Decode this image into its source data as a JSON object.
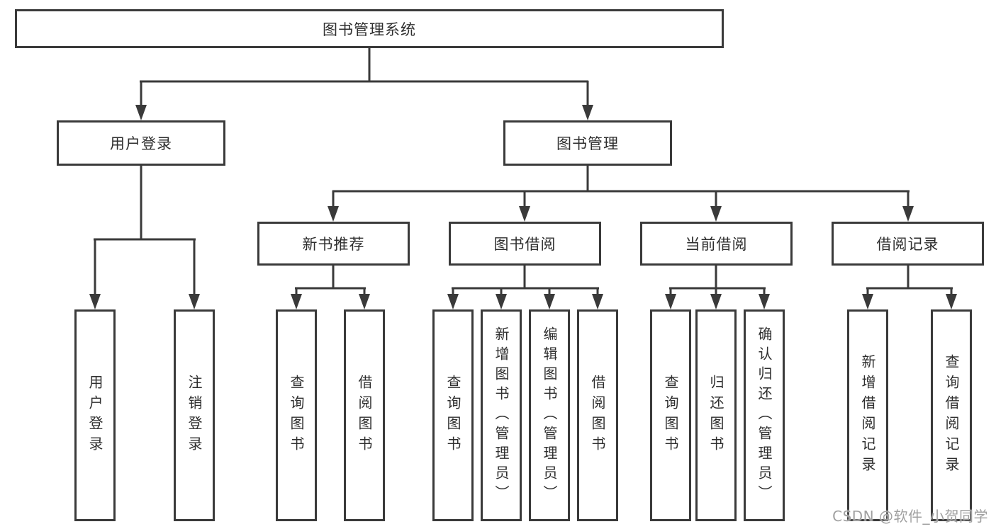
{
  "diagram": {
    "root": {
      "label": "图书管理系统",
      "children": [
        {
          "label": "用户登录",
          "children": [
            {
              "label": "用户登录"
            },
            {
              "label": "注销登录"
            }
          ]
        },
        {
          "label": "图书管理",
          "children": [
            {
              "label": "新书推荐",
              "children": [
                {
                  "label": "查询图书"
                },
                {
                  "label": "借阅图书"
                }
              ]
            },
            {
              "label": "图书借阅",
              "children": [
                {
                  "label": "查询图书"
                },
                {
                  "label": "新增图书（管理员）"
                },
                {
                  "label": "编辑图书（管理员）"
                },
                {
                  "label": "借阅图书"
                }
              ]
            },
            {
              "label": "当前借阅",
              "children": [
                {
                  "label": "查询图书"
                },
                {
                  "label": "归还图书"
                },
                {
                  "label": "确认归还（管理员）"
                }
              ]
            },
            {
              "label": "借阅记录",
              "children": [
                {
                  "label": "新增借阅记录"
                },
                {
                  "label": "查询借阅记录"
                }
              ]
            }
          ]
        }
      ]
    }
  },
  "watermark": "CSDN @软件_小贺同学",
  "colors": {
    "line": "#3a3a3a",
    "text": "#2e2e2e",
    "watermark": "#a0a0a0",
    "background": "#ffffff"
  }
}
